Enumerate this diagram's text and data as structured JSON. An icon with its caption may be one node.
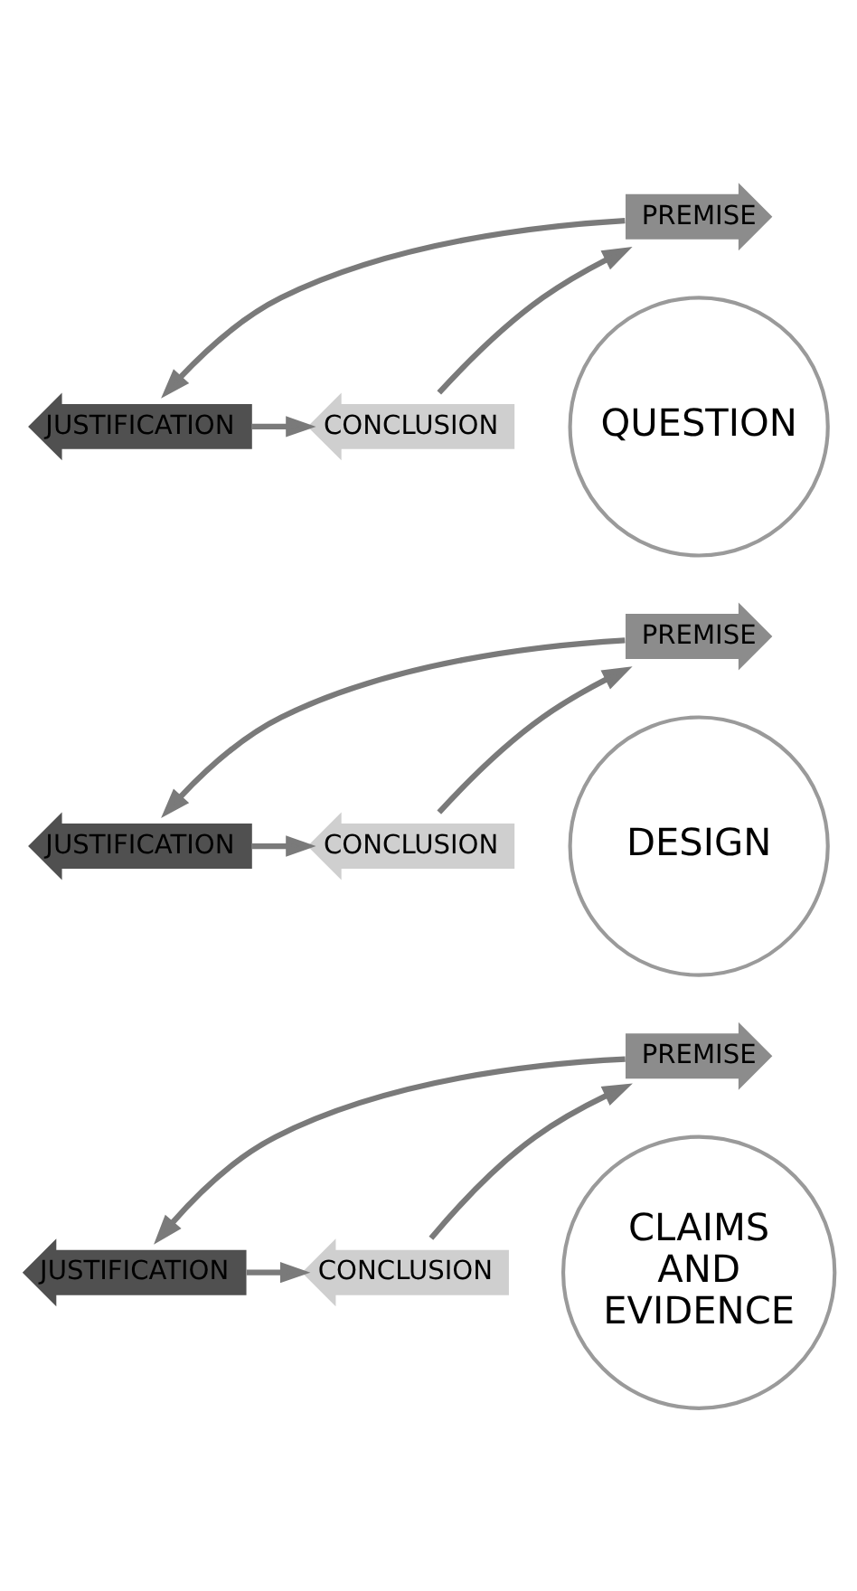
{
  "diagram": {
    "nodes": [
      {
        "text": [
          "PREMISE"
        ]
      },
      {
        "text": [
          "JUSTIFICATION"
        ]
      },
      {
        "text": [
          "QUESTION"
        ]
      },
      {
        "text": [
          "CONCLUSION"
        ]
      },
      {
        "text": [
          "PREMISE"
        ]
      },
      {
        "text": [
          "JUSTIFICATION"
        ]
      },
      {
        "text": [
          "DESIGN"
        ]
      },
      {
        "text": [
          "CONCLUSION"
        ]
      },
      {
        "text": [
          "PREMISE"
        ]
      },
      {
        "text": [
          "JUSTIFICATION"
        ]
      },
      {
        "text": [
          "CLAIMS AND EVIDENCE"
        ]
      },
      {
        "text": [
          "CONCLUSION"
        ]
      }
    ],
    "edges": [
      {
        "from": 0,
        "to": 1,
        "arrow": "to"
      },
      {
        "from": 1,
        "to": 3,
        "arrow": "to"
      },
      {
        "from": 3,
        "to": 0,
        "arrow": "to"
      },
      {
        "from": 4,
        "to": 5,
        "arrow": "to"
      },
      {
        "from": 5,
        "to": 7,
        "arrow": "to"
      },
      {
        "from": 7,
        "to": 4,
        "arrow": "to"
      },
      {
        "from": 8,
        "to": 9,
        "arrow": "to"
      },
      {
        "from": 9,
        "to": 11,
        "arrow": "to"
      },
      {
        "from": 11,
        "to": 8,
        "arrow": "to"
      }
    ]
  }
}
